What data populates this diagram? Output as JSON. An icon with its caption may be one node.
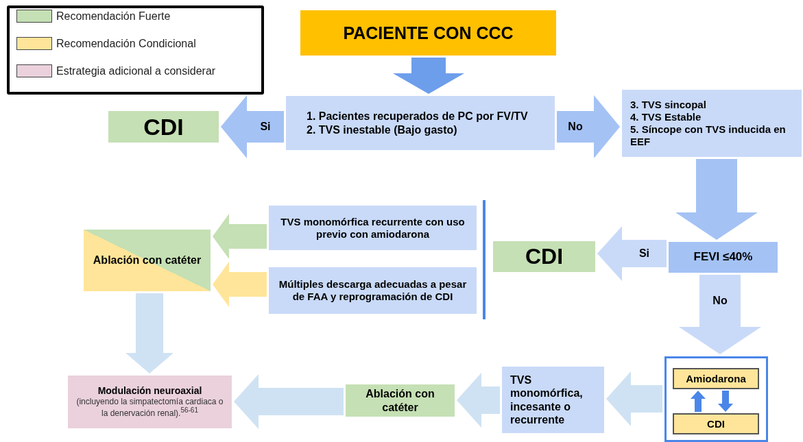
{
  "diagram": {
    "nodes": [
      {
        "text": [
          "PACIENTE CON CCC"
        ]
      },
      {
        "text": [
          "1. Pacientes recuperados de PC por FV/TV",
          "2. TVS inestable (Bajo gasto)"
        ]
      },
      {
        "text": [
          "CDI"
        ]
      },
      {
        "text": [
          "3. TVS sincopal",
          "4. TVS Estable",
          "5. Síncope con TVS inducida en EEF"
        ]
      },
      {
        "text": [
          "FEVI ≤40%"
        ]
      },
      {
        "text": [
          "CDI"
        ]
      },
      {
        "text": [
          "TVS monomórfica recurrente con uso previo con amiodarona"
        ]
      },
      {
        "text": [
          "Múltiples descarga adecuadas a pesar de FAA y reprogramación de CDI"
        ]
      },
      {
        "text": [
          "Ablación con catéter"
        ]
      },
      {
        "text": [
          "Modulación neuroaxial",
          "(incluyendo la simpatectomía cardiaca o la denervación renal).$^{56-61}$"
        ]
      },
      {
        "text": [],
        "shape": "box"
      },
      {
        "text": [
          "Amiodarona"
        ],
        "in": 10
      },
      {
        "text": [
          "CDI"
        ],
        "in": 10
      },
      {
        "text": [
          "TVS monomórfica, incesante o recurrente"
        ]
      },
      {
        "text": [
          "Ablación con catéter"
        ]
      }
    ],
    "edges": [
      {
        "from": 0,
        "to": 1,
        "arrow": "to",
        "color": "#6d9eeb"
      },
      {
        "from": 1,
        "to": 2,
        "arrow": "to",
        "label": "Si",
        "color": "#a4c2f4"
      },
      {
        "from": 1,
        "to": 3,
        "arrow": "to",
        "label": "No",
        "color": "#a4c2f4"
      },
      {
        "from": 3,
        "to": 4,
        "arrow": "to",
        "color": "#a4c2f4"
      },
      {
        "from": 4,
        "to": 5,
        "arrow": "to",
        "label": "Si",
        "color": "#c9daf8"
      },
      {
        "from": 4,
        "to": 10,
        "arrow": "to",
        "label": "No",
        "color": "#c9daf8"
      },
      {
        "from": 6,
        "to": 8,
        "arrow": "to",
        "color": "#c5e0b4"
      },
      {
        "from": 7,
        "to": 8,
        "arrow": "to",
        "color": "#ffe599"
      },
      {
        "from": 8,
        "to": 9,
        "arrow": "to"
      },
      {
        "from": 10,
        "to": 13,
        "arrow": "to"
      },
      {
        "from": 13,
        "to": 14,
        "arrow": "to"
      },
      {
        "from": 14,
        "to": 9,
        "arrow": "to"
      },
      {
        "from": 12,
        "to": 11,
        "arrow": "to",
        "color": "#4a86e8"
      },
      {
        "from": 11,
        "to": 12,
        "arrow": "to",
        "color": "#4a86e8"
      }
    ],
    "legend": [
      {
        "text": "Recomendación Fuerte",
        "color": "#c5e0b4"
      },
      {
        "text": "Recomendación Condicional",
        "color": "#ffe599"
      },
      {
        "text": "Estrategia adicional a considerar",
        "color": "#ead1dc"
      }
    ]
  }
}
